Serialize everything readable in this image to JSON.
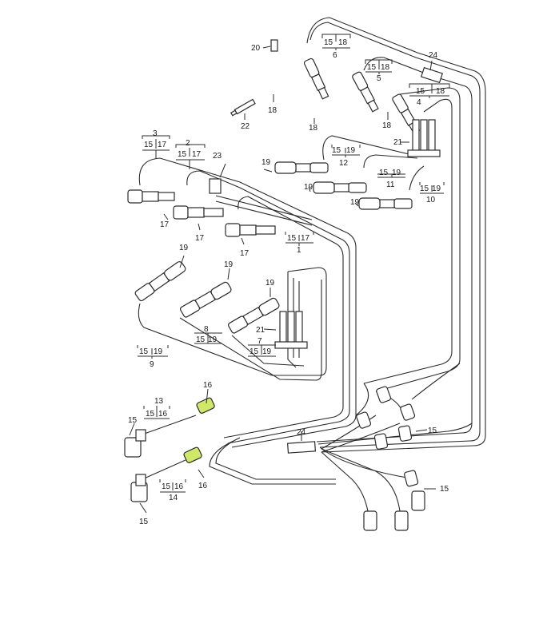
{
  "highlight_color": "#cfe86a",
  "callouts": {
    "c1": "1",
    "c2": "2",
    "c3": "3",
    "c4": "4",
    "c5": "5",
    "c6": "6",
    "c7": "7",
    "c8": "8",
    "c9": "9",
    "c10": "10",
    "c11": "11",
    "c12": "12",
    "c13": "13",
    "c14": "14",
    "c15a": "15",
    "c15b": "15",
    "c15c": "15",
    "c15d": "15",
    "c16a": "16",
    "c16b": "16",
    "c17a": "17",
    "c17b": "17",
    "c17c": "17",
    "c18a": "18",
    "c18b": "18",
    "c18c": "18",
    "c19a": "19",
    "c19b": "19",
    "c19c": "19",
    "c19d": "19",
    "c19e": "19",
    "c19f": "19",
    "c20": "20",
    "c21a": "21",
    "c21b": "21",
    "c22": "22",
    "c23": "23",
    "c24a": "24",
    "c24b": "24"
  },
  "brackets": {
    "b6": {
      "left": "15",
      "right": "18"
    },
    "b5": {
      "left": "15",
      "right": "18"
    },
    "b4": {
      "left": "15",
      "right": "18"
    },
    "b3": {
      "left": "15",
      "right": "17"
    },
    "b2": {
      "left": "15",
      "right": "17"
    },
    "b12": {
      "left": "15",
      "right": "19"
    },
    "b11": {
      "left": "15",
      "right": "19"
    },
    "b10": {
      "left": "15",
      "right": "19"
    },
    "b1": {
      "left": "15",
      "right": "17"
    },
    "b8": {
      "left": "15",
      "right": "19"
    },
    "b7": {
      "left": "15",
      "right": "19"
    },
    "b9": {
      "left": "15",
      "right": "19"
    },
    "b13": {
      "left": "15",
      "right": "16"
    },
    "b14": {
      "left": "15",
      "right": "16"
    }
  }
}
